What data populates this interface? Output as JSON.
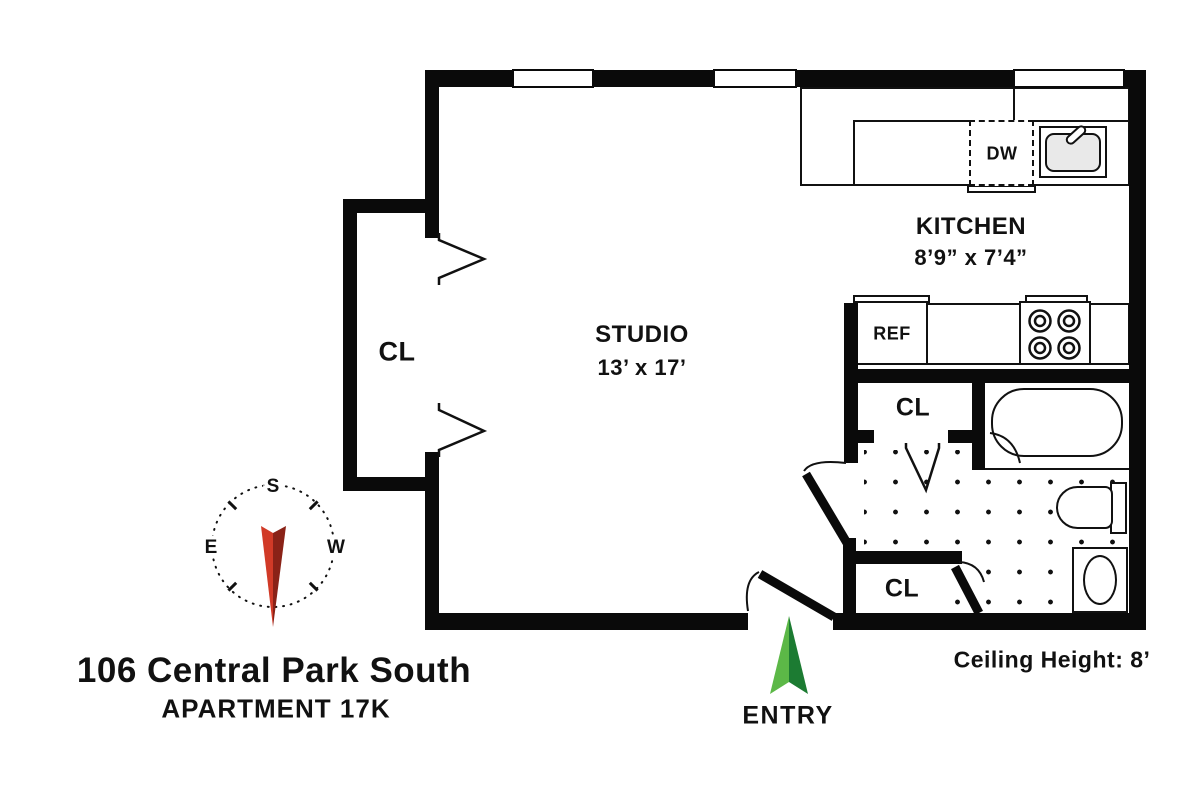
{
  "plan": {
    "rooms": {
      "studio": {
        "name": "STUDIO",
        "dims": "13’ x 17’"
      },
      "kitchen": {
        "name": "KITCHEN",
        "dims": "8’9” x 7’4”"
      },
      "closet_left": {
        "label": "CL"
      },
      "closet_middle": {
        "label": "CL"
      },
      "closet_entry": {
        "label": "CL"
      }
    },
    "appliances": {
      "refrigerator": "REF",
      "dishwasher": "DW"
    },
    "entry_label": "ENTRY",
    "ceiling_note": "Ceiling Height: 8’",
    "compass": {
      "south": "S",
      "east": "E",
      "west": "W"
    }
  },
  "footer": {
    "address": "106 Central Park South",
    "unit": "APARTMENT 17K"
  },
  "colors": {
    "wall": "#0a0a0a",
    "needle_light": "#d13a27",
    "needle_dark": "#8a2217",
    "arrow_light": "#5cb847",
    "arrow_dark": "#1c7b32"
  }
}
